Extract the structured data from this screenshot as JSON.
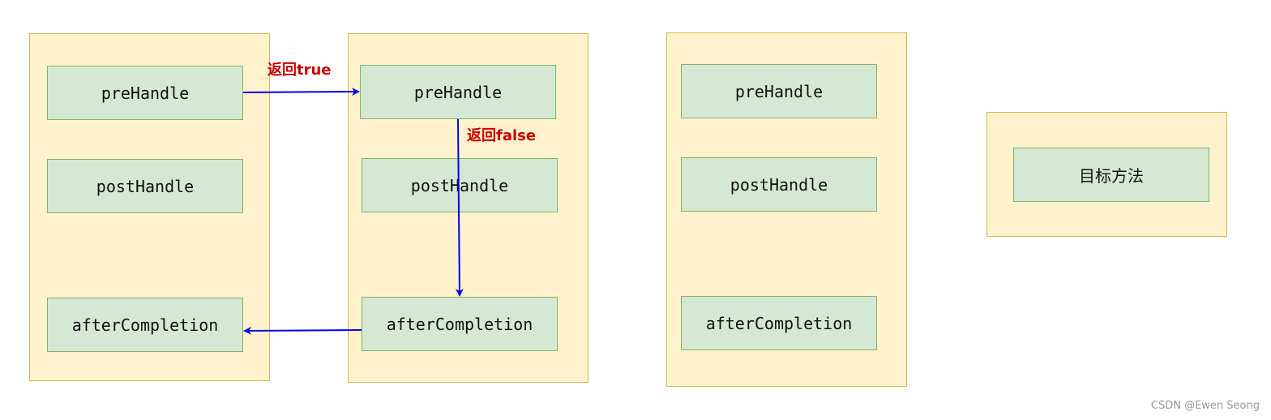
{
  "columns": [
    {
      "nodes": [
        "preHandle",
        "postHandle",
        "afterCompletion"
      ]
    },
    {
      "nodes": [
        "preHandle",
        "postHandle",
        "afterCompletion"
      ]
    },
    {
      "nodes": [
        "preHandle",
        "postHandle",
        "afterCompletion"
      ]
    }
  ],
  "target": {
    "label": "目标方法"
  },
  "edges": {
    "return_true": "返回true",
    "return_false": "返回false"
  },
  "watermark": "CSDN @Ewen Seong",
  "colors": {
    "container_fill": "#fff2cc",
    "container_border": "#d6b656",
    "node_fill": "#d5e8d4",
    "node_border": "#82b366",
    "arrow": "#0000ee",
    "edge_label": "#cc0000"
  }
}
